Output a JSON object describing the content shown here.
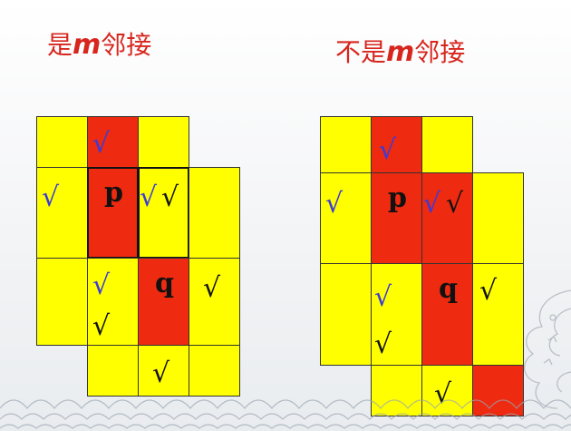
{
  "titles": {
    "left_pre": "是",
    "left_m": "m",
    "left_post": "邻接",
    "right_pre": "不是",
    "right_m": "m",
    "right_post": "邻接"
  },
  "labels": {
    "p": "p",
    "q": "q"
  },
  "check": "√",
  "colors": {
    "yellow": "#ffff00",
    "red": "#ee2a10",
    "title": "#d7261e",
    "blue_check": "#3b3bd8"
  }
}
